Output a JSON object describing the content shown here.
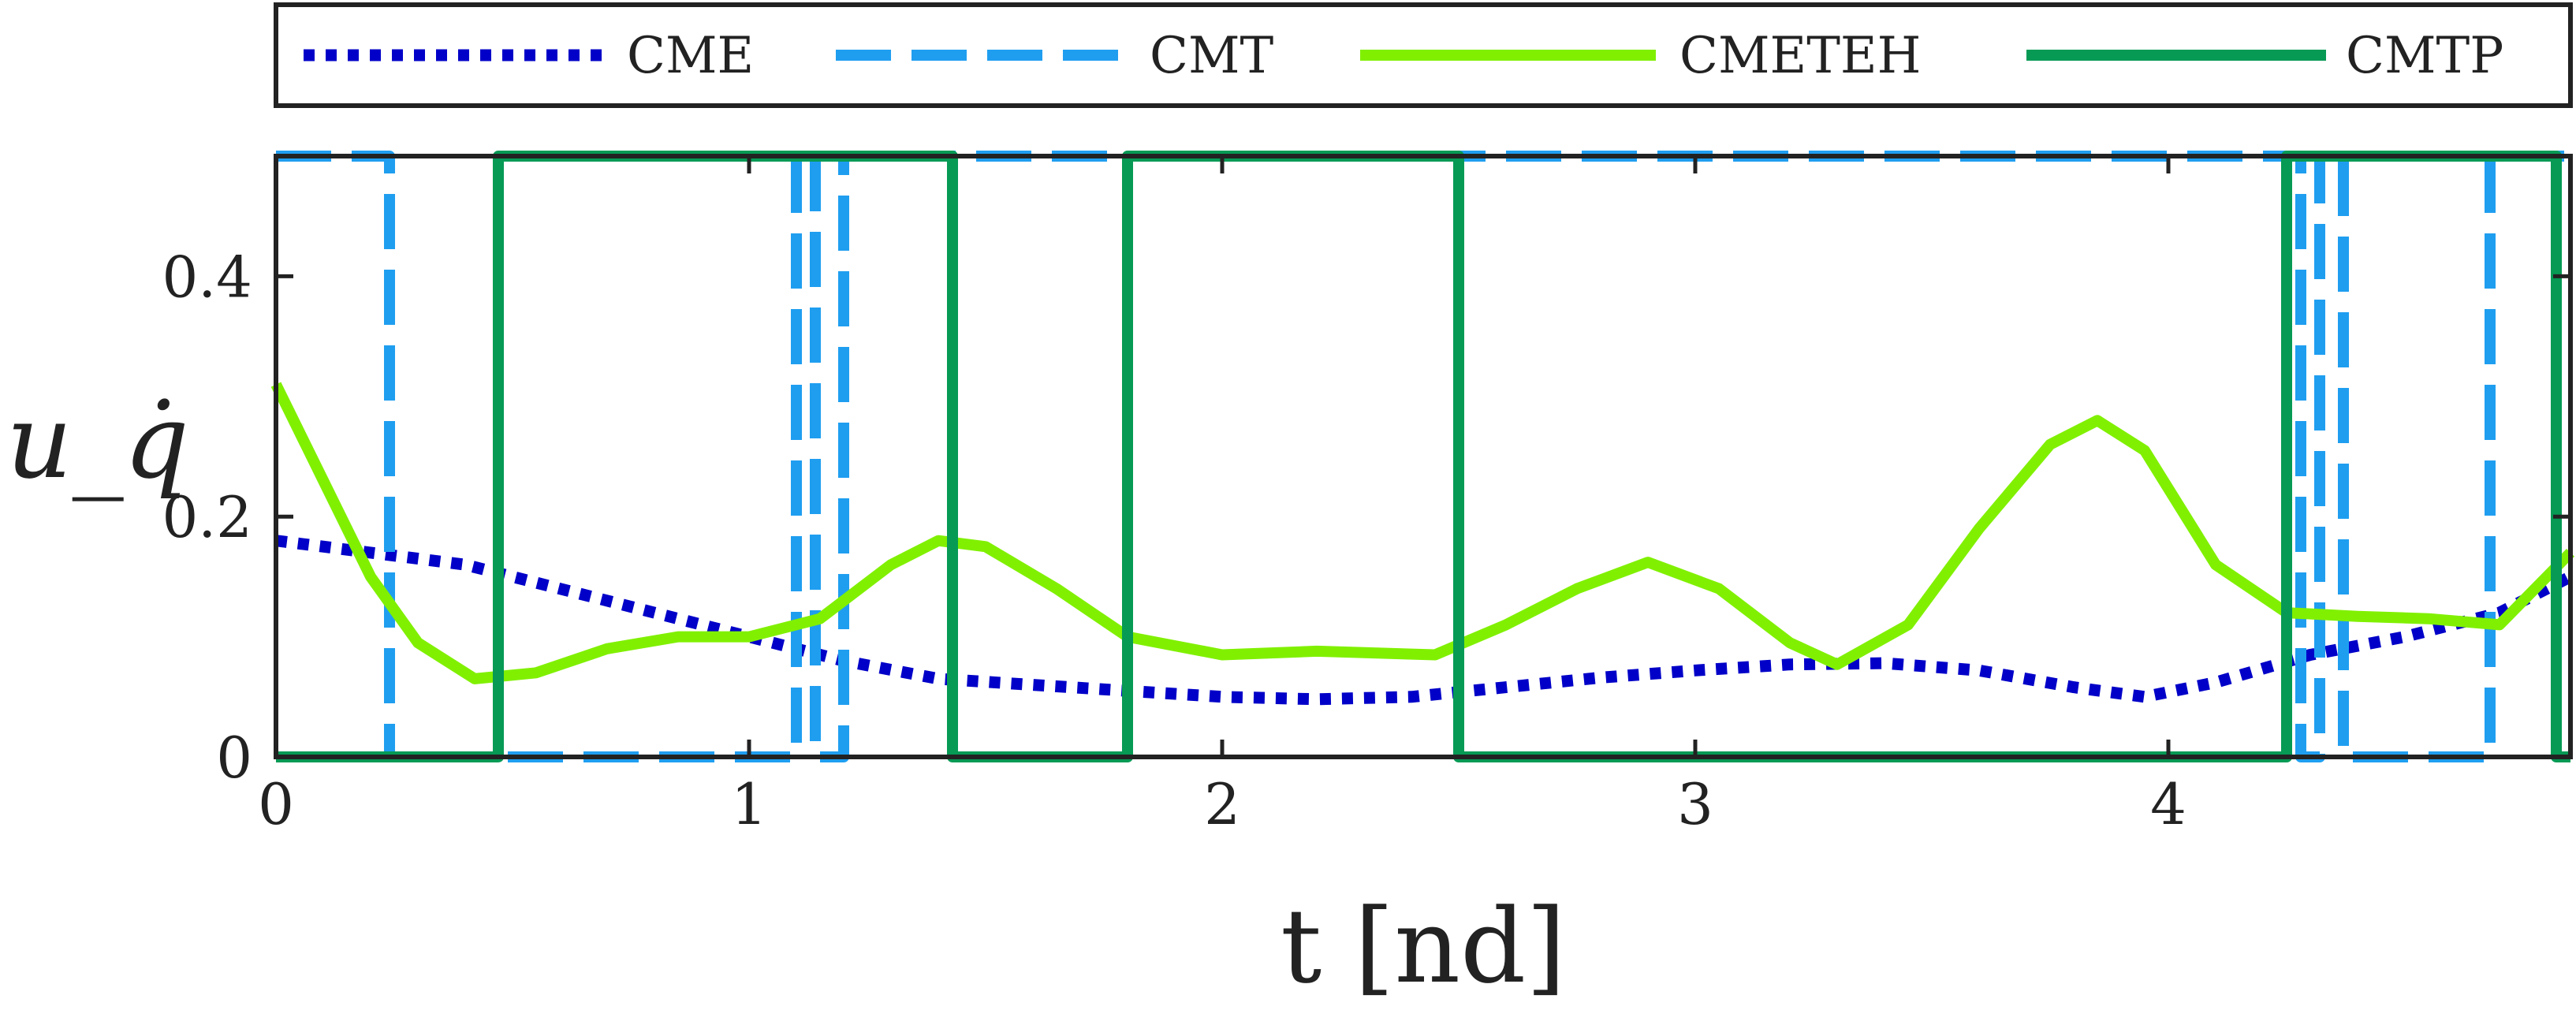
{
  "chart_data": {
    "type": "line",
    "xlabel": "t [nd]",
    "ylabel": "u_q̇",
    "xlim": [
      0,
      4.85
    ],
    "ylim": [
      0,
      0.5
    ],
    "x_ticks": [
      "0",
      "1",
      "2",
      "3",
      "4"
    ],
    "y_ticks": [
      "0",
      "0.2",
      "0.4"
    ],
    "grid": false,
    "legend": {
      "placement": "top-outside",
      "orientation": "horizontal"
    },
    "series": [
      {
        "name": "CME",
        "color": "#0000c8",
        "style": "dotted",
        "x": [
          0,
          0.2,
          0.4,
          0.6,
          0.8,
          1.0,
          1.2,
          1.4,
          1.6,
          1.8,
          2.0,
          2.2,
          2.4,
          2.6,
          2.8,
          3.0,
          3.2,
          3.4,
          3.6,
          3.8,
          3.95,
          4.1,
          4.3,
          4.5,
          4.7,
          4.85
        ],
        "y": [
          0.18,
          0.17,
          0.16,
          0.14,
          0.12,
          0.1,
          0.08,
          0.065,
          0.06,
          0.055,
          0.05,
          0.048,
          0.05,
          0.058,
          0.066,
          0.072,
          0.077,
          0.078,
          0.072,
          0.058,
          0.05,
          0.062,
          0.085,
          0.1,
          0.12,
          0.15
        ]
      },
      {
        "name": "CMT",
        "color": "#1f9ef0",
        "style": "dashed",
        "x": [
          0,
          0.24,
          0.24,
          1.1,
          1.1,
          1.14,
          1.14,
          1.2,
          1.2,
          4.28,
          4.28,
          4.32,
          4.32,
          4.37,
          4.37,
          4.68,
          4.68,
          4.85
        ],
        "y": [
          0.5,
          0.5,
          0,
          0,
          0.5,
          0.5,
          0,
          0,
          0.5,
          0.5,
          0,
          0,
          0.5,
          0.5,
          0,
          0,
          0.5,
          0.5
        ]
      },
      {
        "name": "CMETEH",
        "color": "#80f000",
        "style": "solid",
        "x": [
          0,
          0.1,
          0.2,
          0.3,
          0.42,
          0.55,
          0.7,
          0.85,
          1.0,
          1.15,
          1.3,
          1.4,
          1.5,
          1.65,
          1.8,
          2.0,
          2.2,
          2.45,
          2.6,
          2.75,
          2.9,
          3.05,
          3.2,
          3.3,
          3.45,
          3.6,
          3.75,
          3.85,
          3.95,
          4.1,
          4.25,
          4.4,
          4.55,
          4.7,
          4.85
        ],
        "y": [
          0.31,
          0.23,
          0.15,
          0.095,
          0.065,
          0.07,
          0.09,
          0.1,
          0.1,
          0.115,
          0.16,
          0.18,
          0.175,
          0.14,
          0.1,
          0.085,
          0.088,
          0.085,
          0.11,
          0.14,
          0.162,
          0.14,
          0.095,
          0.077,
          0.11,
          0.19,
          0.26,
          0.28,
          0.255,
          0.16,
          0.12,
          0.117,
          0.115,
          0.11,
          0.17
        ]
      },
      {
        "name": "CMTP",
        "color": "#069a55",
        "style": "solid",
        "x": [
          0,
          0.47,
          0.47,
          1.43,
          1.43,
          1.8,
          1.8,
          2.5,
          2.5,
          4.25,
          4.25,
          4.82,
          4.82,
          4.85
        ],
        "y": [
          0,
          0,
          0.5,
          0.5,
          0,
          0,
          0.5,
          0.5,
          0,
          0,
          0.5,
          0.5,
          0,
          0
        ]
      }
    ]
  }
}
